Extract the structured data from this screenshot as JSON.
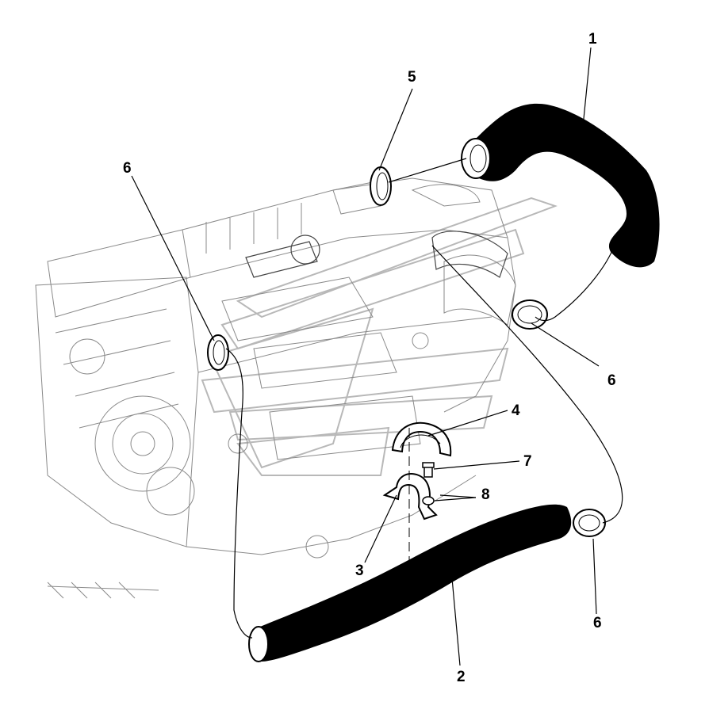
{
  "callouts": {
    "c1": "1",
    "c2": "2",
    "c3": "3",
    "c4": "4",
    "c5": "5",
    "c6a": "6",
    "c6b": "6",
    "c6c": "6",
    "c7": "7",
    "c8": "8"
  },
  "colors": {
    "hose": "#000000",
    "engine_lines": "#8a8a8a",
    "background": "#ffffff"
  }
}
